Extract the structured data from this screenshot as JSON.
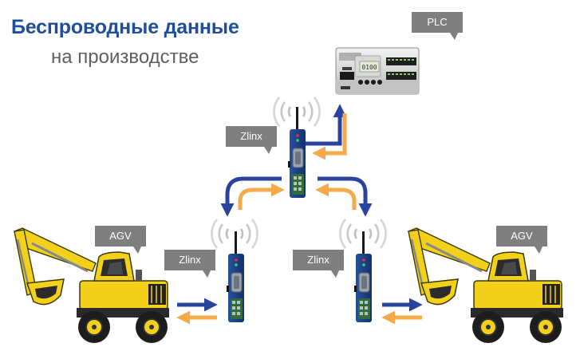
{
  "title": {
    "line1": "Беспроводные данные",
    "line2": "на производстве"
  },
  "labels": {
    "plc": "PLC",
    "zlinx_top": "Zlinx",
    "zlinx_left": "Zlinx",
    "zlinx_right": "Zlinx",
    "agv_left": "AGV",
    "agv_right": "AGV"
  },
  "plc_display": "0100",
  "colors": {
    "title": "#1f4e9c",
    "subtitle": "#5f5f5f",
    "callout": "#7f7f7f",
    "arrow_blue": "#2a43a0",
    "arrow_orange": "#f5a948",
    "excavator": "#f3d11a",
    "radio_body": "#1c3f8f"
  },
  "icons": [
    "plc-unit-icon",
    "zlinx-radio-icon",
    "wireless-waves-icon",
    "excavator-agv-icon",
    "callout-icon"
  ]
}
